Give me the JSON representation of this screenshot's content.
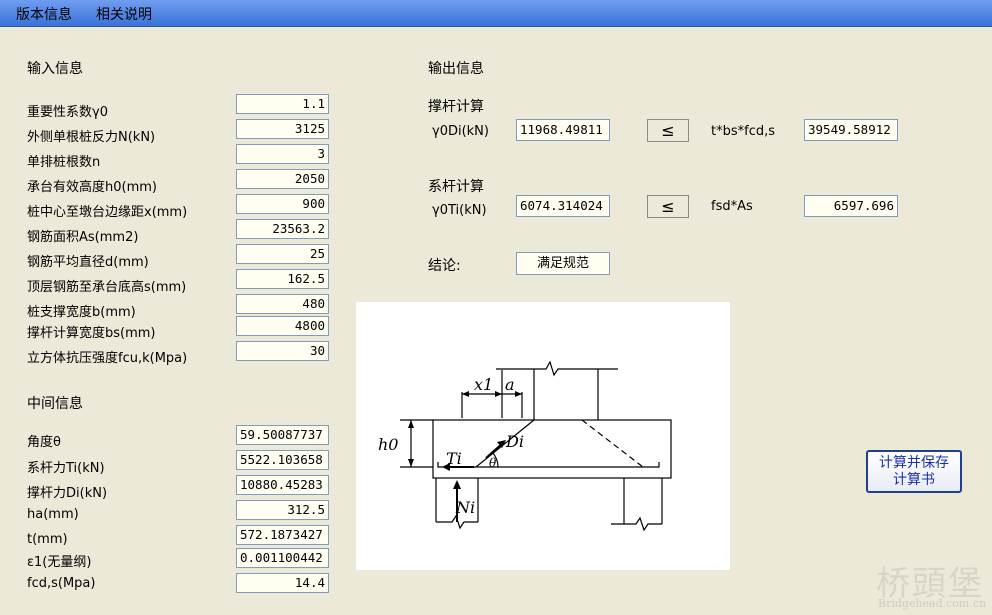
{
  "menu": {
    "items": [
      "版本信息",
      "相关说明"
    ]
  },
  "input_section": {
    "title": "输入信息",
    "rows": [
      {
        "label": "重要性系数γ0",
        "value": "1.1"
      },
      {
        "label": "外侧单根桩反力N(kN)",
        "value": "3125"
      },
      {
        "label": "单排桩根数n",
        "value": "3"
      },
      {
        "label": "承台有效高度h0(mm)",
        "value": "2050"
      },
      {
        "label": "桩中心至墩台边缘距x(mm)",
        "value": "900"
      },
      {
        "label": "钢筋面积As(mm2)",
        "value": "23563.2"
      },
      {
        "label": "钢筋平均直径d(mm)",
        "value": "25"
      },
      {
        "label": "顶层钢筋至承台底高s(mm)",
        "value": "162.5"
      },
      {
        "label": "桩支撑宽度b(mm)",
        "value": "480"
      },
      {
        "label": "撑杆计算宽度bs(mm)",
        "value": "4800"
      },
      {
        "label": "立方体抗压强度fcu,k(Mpa)",
        "value": "30"
      }
    ]
  },
  "middle_section": {
    "title": "中间信息",
    "rows": [
      {
        "label": "角度θ",
        "value": "59.50087737"
      },
      {
        "label": "系杆力Ti(kN)",
        "value": "5522.103658"
      },
      {
        "label": "撑杆力Di(kN)",
        "value": "10880.45283"
      },
      {
        "label": "ha(mm)",
        "value": "312.5"
      },
      {
        "label": "t(mm)",
        "value": "572.1873427"
      },
      {
        "label": "ε1(无量纲)",
        "value": "0.001100442"
      },
      {
        "label": "fcd,s(Mpa)",
        "value": "14.4"
      }
    ]
  },
  "output_section": {
    "title": "输出信息",
    "strut": {
      "title": "撑杆计算",
      "lhs_label": "γ0Di(kN)",
      "lhs_value": "11968.49811",
      "symbol": "≤",
      "rhs_label": "t*bs*fcd,s",
      "rhs_value": "39549.58912"
    },
    "tie": {
      "title": "系杆计算",
      "lhs_label": "γ0Ti(kN)",
      "lhs_value": "6074.314024",
      "symbol": "≤",
      "rhs_label": "fsd*As",
      "rhs_value": "6597.696"
    },
    "conclusion_label": "结论:",
    "conclusion_value": "满足规范"
  },
  "figure": {
    "labels": {
      "h0": "h0",
      "x1": "x1",
      "a": "a",
      "Di": "Di",
      "Ti": "Ti",
      "theta": "θ",
      "Ni": "Ni"
    }
  },
  "button": {
    "label_line1": "计算并保存",
    "label_line2": "计算书"
  },
  "watermark": {
    "main": "桥頭堡",
    "url": "Bridgehead.com.cn"
  }
}
